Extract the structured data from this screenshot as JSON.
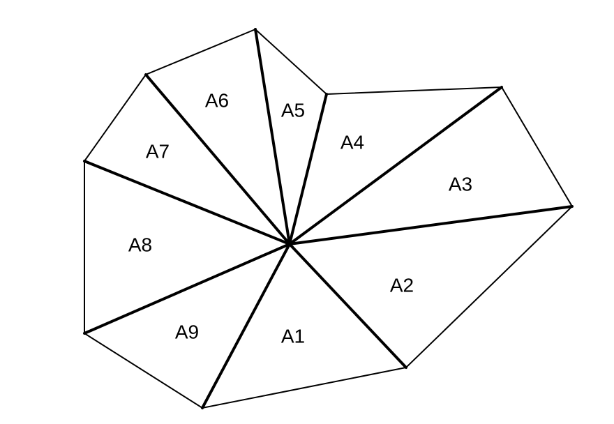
{
  "diagram": {
    "regions": [
      {
        "id": "A1",
        "label": "A1"
      },
      {
        "id": "A2",
        "label": "A2"
      },
      {
        "id": "A3",
        "label": "A3"
      },
      {
        "id": "A4",
        "label": "A4"
      },
      {
        "id": "A5",
        "label": "A5"
      },
      {
        "id": "A6",
        "label": "A6"
      },
      {
        "id": "A7",
        "label": "A7"
      },
      {
        "id": "A8",
        "label": "A8"
      },
      {
        "id": "A9",
        "label": "A9"
      }
    ],
    "colors": {
      "background": "#ffffff",
      "stroke": "#000000"
    }
  }
}
